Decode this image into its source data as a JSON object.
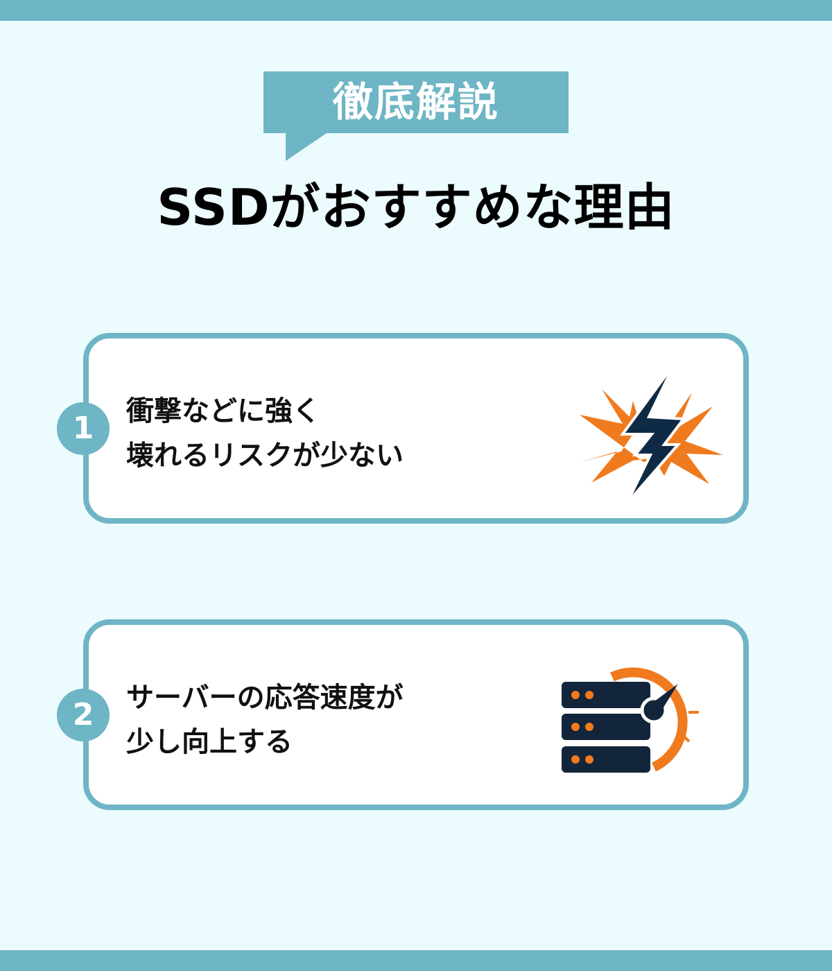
{
  "tag": "徹底解説",
  "title": "SSDがおすすめな理由",
  "items": [
    {
      "number": "1",
      "lines": [
        "衝撃などに強く",
        "壊れるリスクが少ない"
      ],
      "icon": "lightning-impact-icon"
    },
    {
      "number": "2",
      "lines": [
        "サーバーの応答速度が",
        "少し向上する"
      ],
      "icon": "server-speed-icon"
    }
  ],
  "colors": {
    "accent": "#6eb5c5",
    "background": "#ebfbfe",
    "orange": "#f07a1e",
    "navy": "#13253a"
  }
}
